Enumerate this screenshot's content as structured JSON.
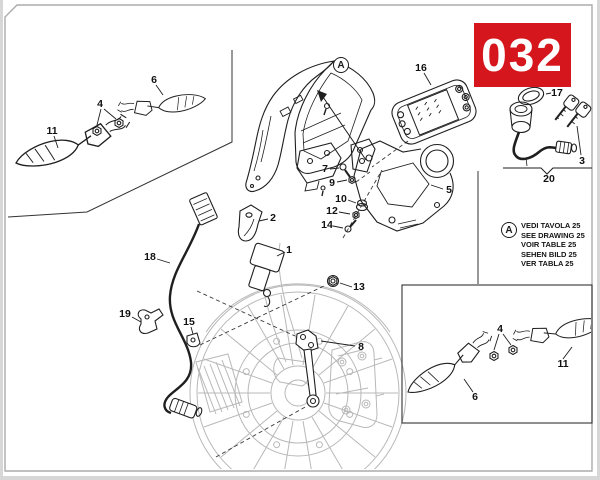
{
  "badge": {
    "number": "032",
    "background": "#d6161d",
    "text_color": "#ffffff"
  },
  "reference_note": {
    "marker": "A",
    "lines": [
      "VEDI TAVOLA 25",
      "SEE DRAWING 25",
      "VOIR TABLE 25",
      "SEHEN BILD 25",
      "VER TABLA 25"
    ]
  },
  "diagram": {
    "view_marker": "A",
    "ink_color": "#1f1f1f",
    "ghost_color": "#b8b8b8",
    "callouts": {
      "n1": "1",
      "n2": "2",
      "n3": "3",
      "n4_left": "4",
      "n4_right": "4",
      "n5": "5",
      "n6_left": "6",
      "n6_right": "6",
      "n7": "7",
      "n8": "8",
      "n9": "9",
      "n10": "10",
      "n11_left": "11",
      "n11_right": "11",
      "n12": "12",
      "n13": "13",
      "n14": "14",
      "n15": "15",
      "n16": "16",
      "n17": "17",
      "n18": "18",
      "n19": "19",
      "n20": "20"
    }
  }
}
